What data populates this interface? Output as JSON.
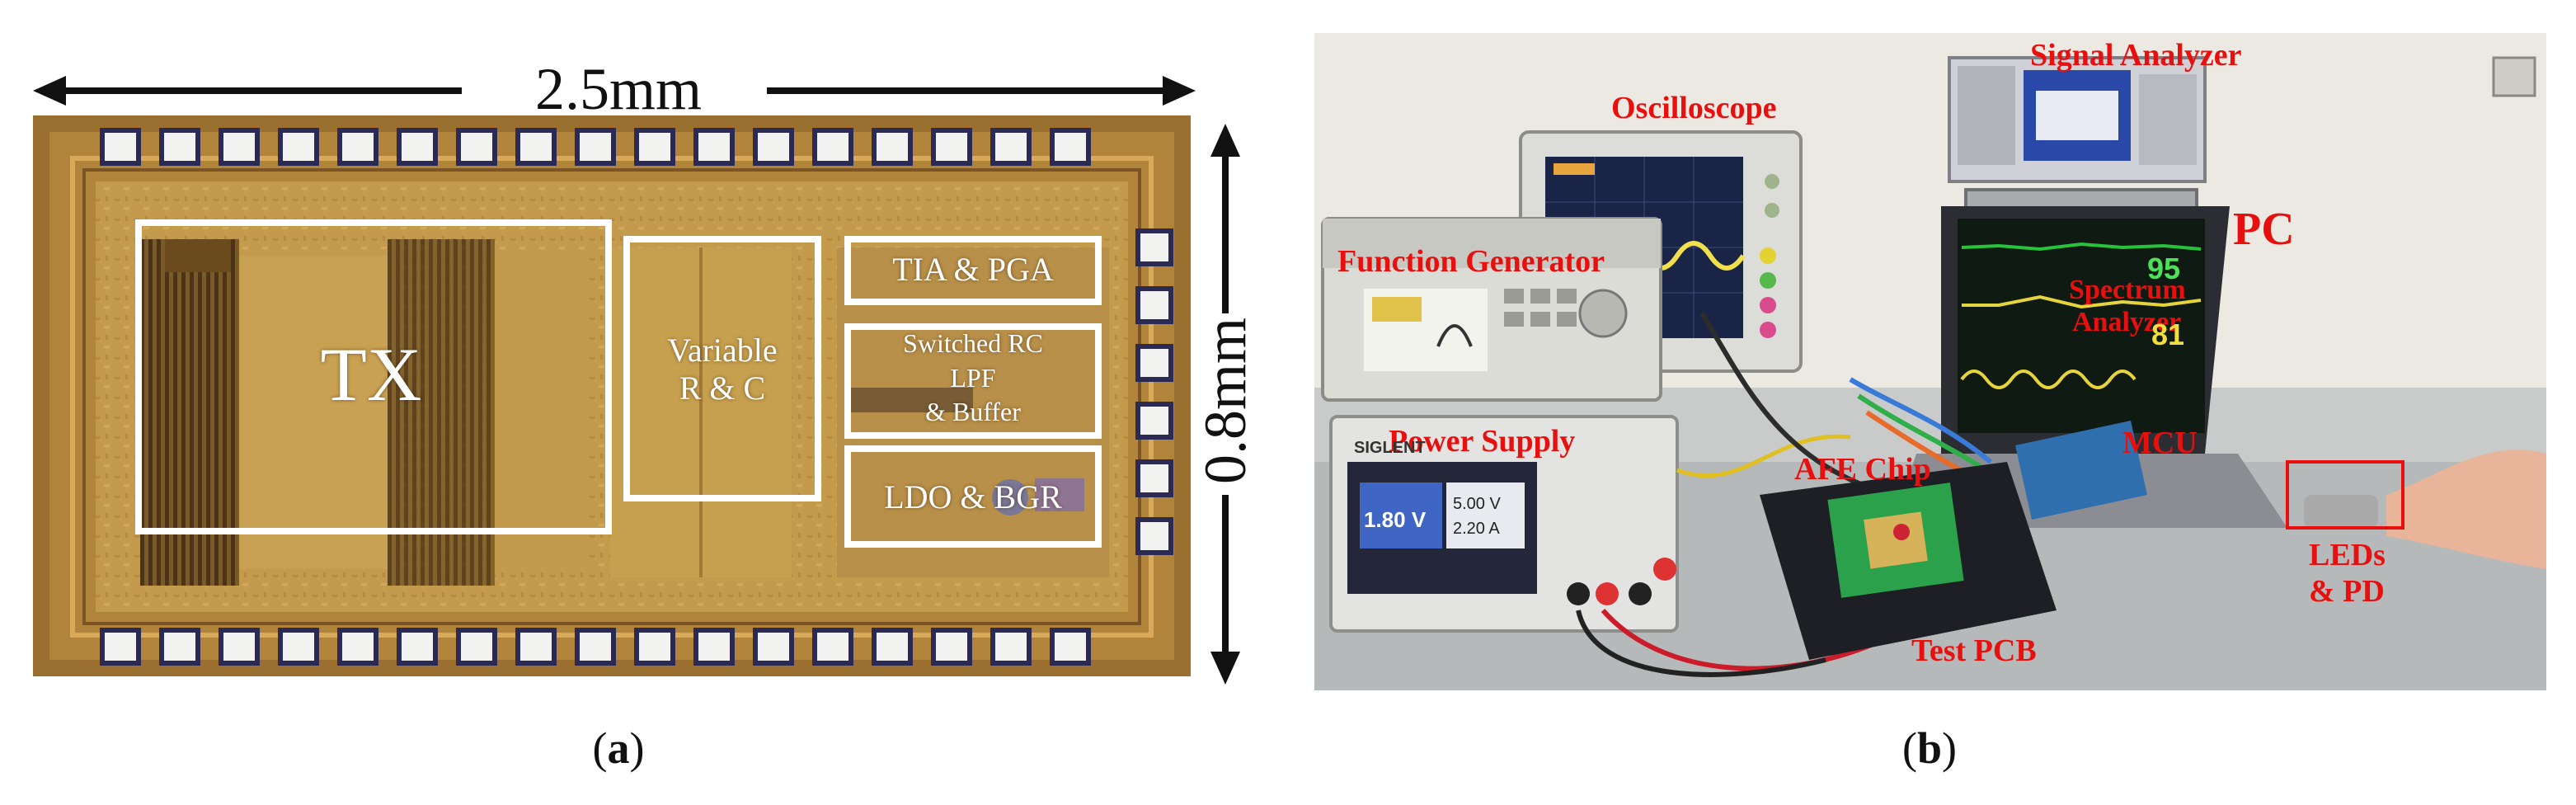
{
  "panel_a": {
    "width_label": "2.5mm",
    "height_label": "0.8mm",
    "blocks": {
      "tx": "TX",
      "variable_line1": "Variable",
      "variable_line2": "R & C",
      "tia": "TIA & PGA",
      "switched_line1": "Switched RC",
      "switched_line2": "LPF",
      "switched_line3": "& Buffer",
      "ldo": "LDO & BGR"
    },
    "caption_open": "(",
    "caption_letter": "a",
    "caption_close": ")"
  },
  "panel_b": {
    "labels": {
      "oscilloscope": "Oscilloscope",
      "signal_analyzer": "Signal Analyzer",
      "function_generator": "Function Generator",
      "pc": "PC",
      "spectrum_line1": "Spectrum",
      "spectrum_line2": "Analyzer",
      "power_supply": "Power Supply",
      "afe_chip": "AFE Chip",
      "mcu": "MCU",
      "test_pcb": "Test PCB",
      "leds_line1": "LEDs",
      "leds_line2": "& PD"
    },
    "screen_text": {
      "power_v": "1.80 V",
      "power_set_v": "5.00 V",
      "power_set_a": "2.20 A",
      "brand": "SIGLENT",
      "spo2": "95",
      "pulse": "81"
    },
    "caption_open": "(",
    "caption_letter": "b",
    "caption_close": ")"
  },
  "colors": {
    "label_red": "#e8100f",
    "die_gold": "#b8923f",
    "box_white": "#ffffff"
  }
}
